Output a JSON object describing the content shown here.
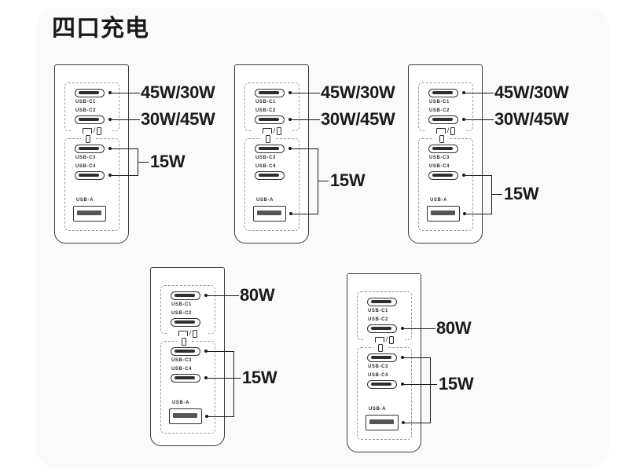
{
  "page": {
    "title": "四口充电",
    "background": "#ffffff",
    "card_background": "#fafafa",
    "line_color": "#1a1a1a",
    "outline_color": "#3b3b3b"
  },
  "port_labels": {
    "c1": "USB-C1",
    "c2": "USB-C2",
    "c3": "USB-C3",
    "c4": "USB-C4",
    "a": "USB-A"
  },
  "icons": {
    "laptop": "laptop-icon",
    "slash": "/",
    "phone": "phone-icon"
  },
  "devices": [
    {
      "id": "device-1",
      "callouts": [
        {
          "id": "c1-45w",
          "text": "45W/30W",
          "ports": [
            "USB-C1"
          ]
        },
        {
          "id": "c2-30w",
          "text": "30W/45W",
          "ports": [
            "USB-C2"
          ]
        },
        {
          "id": "c3c4-15w",
          "text": "15W",
          "ports": [
            "USB-C3",
            "USB-C4"
          ]
        }
      ]
    },
    {
      "id": "device-2",
      "callouts": [
        {
          "id": "c1-45w",
          "text": "45W/30W",
          "ports": [
            "USB-C1"
          ]
        },
        {
          "id": "c2-30w",
          "text": "30W/45W",
          "ports": [
            "USB-C2"
          ]
        },
        {
          "id": "c3a-15w",
          "text": "15W",
          "ports": [
            "USB-C3",
            "USB-A"
          ]
        }
      ]
    },
    {
      "id": "device-3",
      "callouts": [
        {
          "id": "c1-45w",
          "text": "45W/30W",
          "ports": [
            "USB-C1"
          ]
        },
        {
          "id": "c2-30w",
          "text": "30W/45W",
          "ports": [
            "USB-C2"
          ]
        },
        {
          "id": "c4a-15w",
          "text": "15W",
          "ports": [
            "USB-C4",
            "USB-A"
          ]
        }
      ]
    },
    {
      "id": "device-4",
      "callouts": [
        {
          "id": "c1-80w",
          "text": "80W",
          "ports": [
            "USB-C1"
          ]
        },
        {
          "id": "c3c4a-15w",
          "text": "15W",
          "ports": [
            "USB-C3",
            "USB-C4",
            "USB-A"
          ]
        }
      ]
    },
    {
      "id": "device-5",
      "callouts": [
        {
          "id": "c2-80w",
          "text": "80W",
          "ports": [
            "USB-C2"
          ]
        },
        {
          "id": "c3c4a-15w",
          "text": "15W",
          "ports": [
            "USB-C3",
            "USB-C4",
            "USB-A"
          ]
        }
      ]
    }
  ]
}
